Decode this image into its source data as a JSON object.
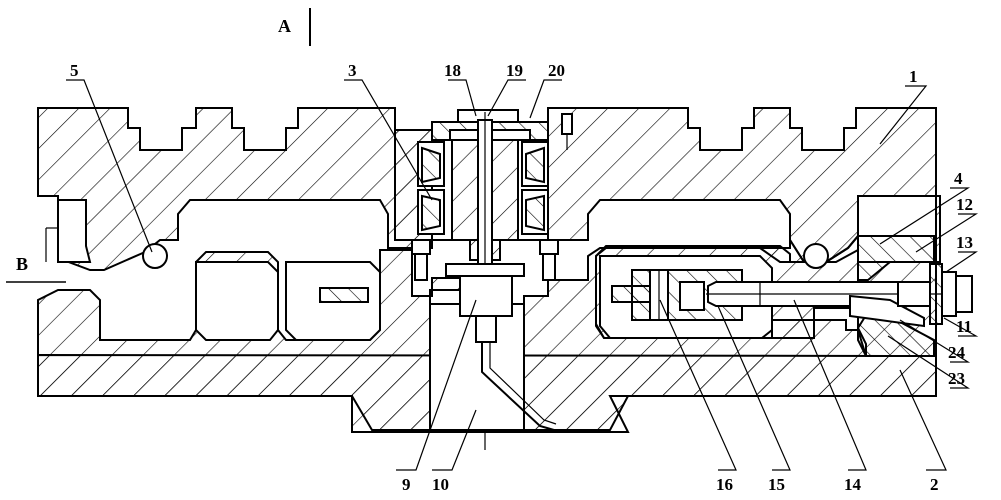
{
  "section_labels": {
    "a": "A",
    "b": "B"
  },
  "parts": {
    "p1": "1",
    "p2": "2",
    "p3": "3",
    "p4": "4",
    "p5": "5",
    "p9": "9",
    "p10": "10",
    "p11": "11",
    "p12": "12",
    "p13": "13",
    "p14": "14",
    "p15": "15",
    "p16": "16",
    "p18": "18",
    "p19": "19",
    "p20": "20",
    "p23": "23",
    "p24": "24"
  },
  "colors": {
    "ink": "#000000",
    "paper": "#ffffff"
  }
}
